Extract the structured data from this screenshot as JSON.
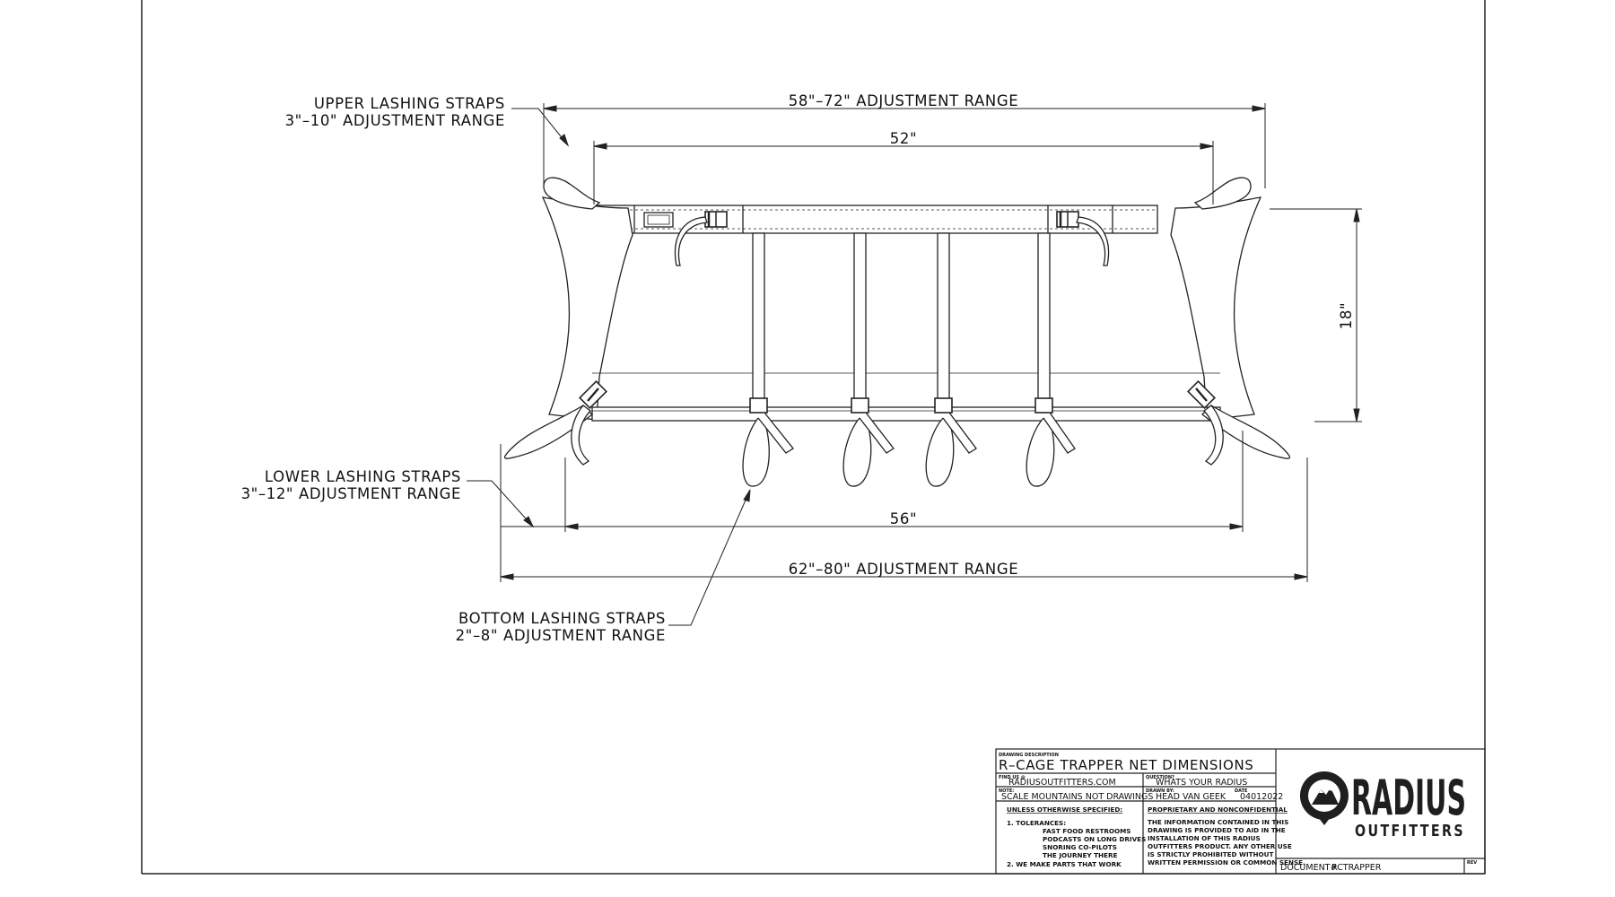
{
  "annotations": {
    "upper_straps": {
      "line1": "UPPER LASHING STRAPS",
      "line2": "3\"–10\" ADJUSTMENT RANGE"
    },
    "lower_straps": {
      "line1": "LOWER LASHING STRAPS",
      "line2": "3\"–12\" ADJUSTMENT RANGE"
    },
    "bottom_straps": {
      "line1": "BOTTOM LASHING STRAPS",
      "line2": "2\"–8\" ADJUSTMENT RANGE"
    }
  },
  "dimensions": {
    "top_range": "58\"–72\" ADJUSTMENT RANGE",
    "top_width": "52\"",
    "bottom_width": "56\"",
    "bottom_range": "62\"–80\" ADJUSTMENT RANGE",
    "height": "18\""
  },
  "title_block": {
    "drawing_description_label": "DRAWING DESCRIPTION",
    "drawing_description": "R–CAGE TRAPPER NET DIMENSIONS",
    "find_us_label": "FIND US @",
    "find_us": "RADIUSOUTFITTERS.COM",
    "question_label": "QUESTION?",
    "question": "WHATS YOUR RADIUS",
    "note_label": "NOTE:",
    "note": "SCALE MOUNTAINS NOT DRAWINGS",
    "drawn_by_label": "DRAWN BY:",
    "drawn_by": "HEAD VAN GEEK",
    "date_label": "DATE",
    "date": "04012022",
    "unless_heading": "UNLESS OTHERWISE SPECIFIED:",
    "tol_1": "1.   TOLERANCES:",
    "tol_a": "FAST FOOD RESTROOMS",
    "tol_b": "PODCASTS ON LONG DRIVES",
    "tol_c": "SNORING CO-PILOTS",
    "tol_d": "THE JOURNEY THERE",
    "tol_2": "2.   WE MAKE PARTS THAT WORK",
    "prop_heading": "PROPRIETARY AND NONCONFIDENTIAL",
    "prop_1": "THE INFORMATION CONTAINED IN THIS",
    "prop_2": "DRAWING IS PROVIDED TO AID IN THE",
    "prop_3": "INSTALLATION OF THIS RADIUS",
    "prop_4": "OUTFITTERS PRODUCT.  ANY OTHER USE",
    "prop_5": "IS STRICTLY PROHIBITED WITHOUT",
    "prop_6": "WRITTEN PERMISSION OR COMMON SENSE.",
    "document_label": "DOCUMENT#",
    "document": "RCTRAPPER",
    "rev_label": "REV"
  },
  "logo": {
    "name": "RADIUS",
    "subtitle": "OUTFITTERS",
    "icon": "map-pin-mountain-icon"
  }
}
